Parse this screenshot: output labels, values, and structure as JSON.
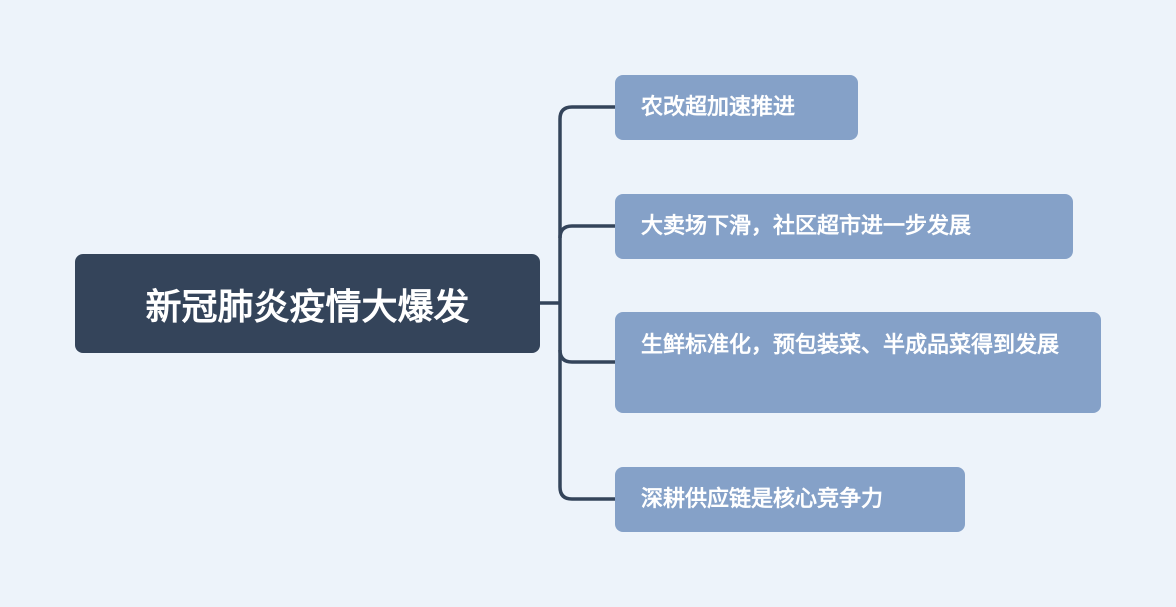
{
  "root": {
    "label": "新冠肺炎疫情大爆发"
  },
  "children": [
    {
      "label": "农改超加速推进"
    },
    {
      "label": "大卖场下滑，社区超市进一步发展"
    },
    {
      "label": "生鲜标准化，预包装菜、半成品菜得到发展"
    },
    {
      "label": "深耕供应链是核心竞争力"
    }
  ],
  "colors": {
    "background": "#edf3fa",
    "root": "#34445a",
    "child": "#85a1c8",
    "connector": "#34445a"
  }
}
